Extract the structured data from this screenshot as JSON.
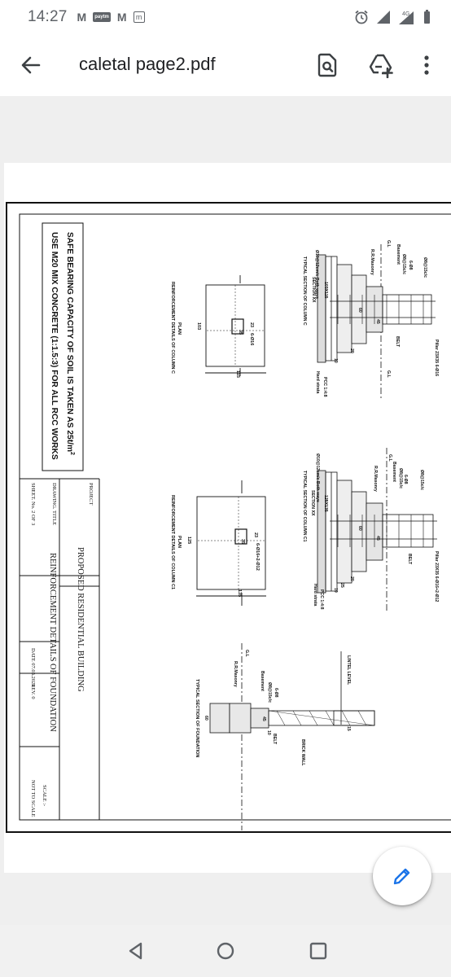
{
  "status": {
    "time": "14:27",
    "notifications": [
      "M",
      "paytm",
      "M",
      "m"
    ],
    "network": "4G"
  },
  "app_bar": {
    "title": "caletal page2.pdf",
    "icons": [
      "back-arrow-icon",
      "find-in-page-icon",
      "add-to-drive-icon",
      "more-vert-icon"
    ]
  },
  "drawing": {
    "note_line1": "SAFE BEARING CAPACITY OF SOIL IS TAKEN AS 25t/m",
    "note_sup": "2",
    "note_line2": "USE M20 MIX CONCRETE (1:1.5:3) FOR ALL RCC WORKS",
    "title_block": {
      "project_label": "PROJECT",
      "project_name": "PROPOSED RESIDENTIAL BUILDING",
      "drawing_title_label": "DRAWING. TITLE",
      "drawing_title": "REINFORCEMENT DETAILS OF FOUNDATION",
      "sheet": "SHEET. No. 2 OF 3",
      "date": "DATE 07.03.2021",
      "rev": "REV. 0",
      "scale_label": "SCALE :-",
      "scale_value": "NOT TO SCALE"
    },
    "col_c": {
      "section_title": "TYPICAL SECTION OF COLUMN C",
      "section_xx": "SECTION XX",
      "plan": "PLAN",
      "plan_title": "REINFORCEMENT DETAILS OF COLUMN C",
      "pillar": "Pillar 23X35 6-Ø16",
      "belt": "BELT",
      "basement": "Basement",
      "rr_masonry": "R.R.Masonry",
      "gl": "G.L",
      "pcc": "PCC 1:4:8",
      "hard_strata": "Hard strata",
      "bothways": "Ø10@12cm/c Both ways",
      "ring": "Ø8@15c/c",
      "belt_bars": "6-Ø8",
      "base_dim": "103X115",
      "dim_103": "103",
      "dim_115": "115",
      "dim_23": "23",
      "dim_35": "35",
      "bars": "6-Ø16",
      "d20": "20",
      "d10": "10",
      "d45": "45",
      "d60": "60"
    },
    "col_c1": {
      "section_title": "TYPICAL SECTION OF COLUMN C1",
      "section_xx": "SECTION XX",
      "plan": "PLAN",
      "plan_title": "REINFORCEMENT DETAILS OF COLUMN C1",
      "pillar": "Pillar 23X35 6-Ø16+2-Ø12",
      "belt": "BELT",
      "basement": "Basement",
      "rr_masonry": "R.R.Masonry",
      "gl": "G.L",
      "pcc": "PCC 1:4:8",
      "hard_strata": "Hard strata",
      "bothways": "Ø10@12cm/c Both ways",
      "ring": "Ø8@15c/c",
      "belt_bars": "6-Ø8",
      "base_dim": "125X135",
      "dim_125": "125",
      "dim_135": "135",
      "dim_23": "23",
      "dim_35": "35",
      "bars": "6-Ø16+2-Ø12",
      "d20": "20",
      "d25": "25",
      "d10": "10",
      "d45": "45",
      "d60": "60"
    },
    "foundation": {
      "title": "TYPICAL SECTION OF FOUNDATION",
      "lintel": "LINTEL LEVEL",
      "brick_wall": "BRICK WALL",
      "belt": "BELT",
      "basement": "Basement",
      "rr_masonry": "R.R.Masonry",
      "gl": "G.L",
      "belt_bars": "6-Ø8",
      "ring": "Ø8@15c/c",
      "d15": "15",
      "d10": "10",
      "d45": "45",
      "d60": "60"
    }
  }
}
